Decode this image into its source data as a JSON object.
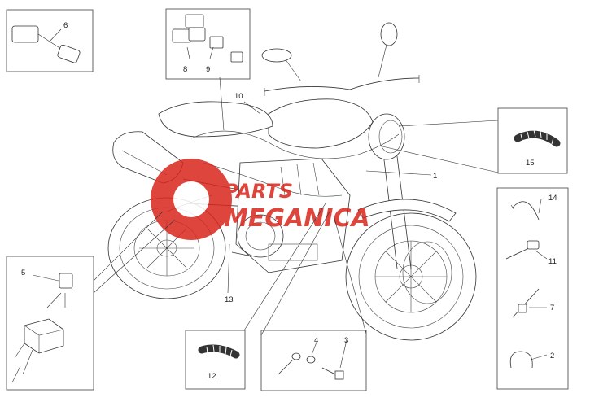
{
  "diagram": {
    "callouts": [
      "1",
      "2",
      "3",
      "4",
      "5",
      "6",
      "7",
      "8",
      "9",
      "10",
      "11",
      "12",
      "13",
      "14",
      "15"
    ],
    "watermark": {
      "line1": "PARTS",
      "line2": "MEGANICA",
      "color": "#d9261c"
    }
  }
}
